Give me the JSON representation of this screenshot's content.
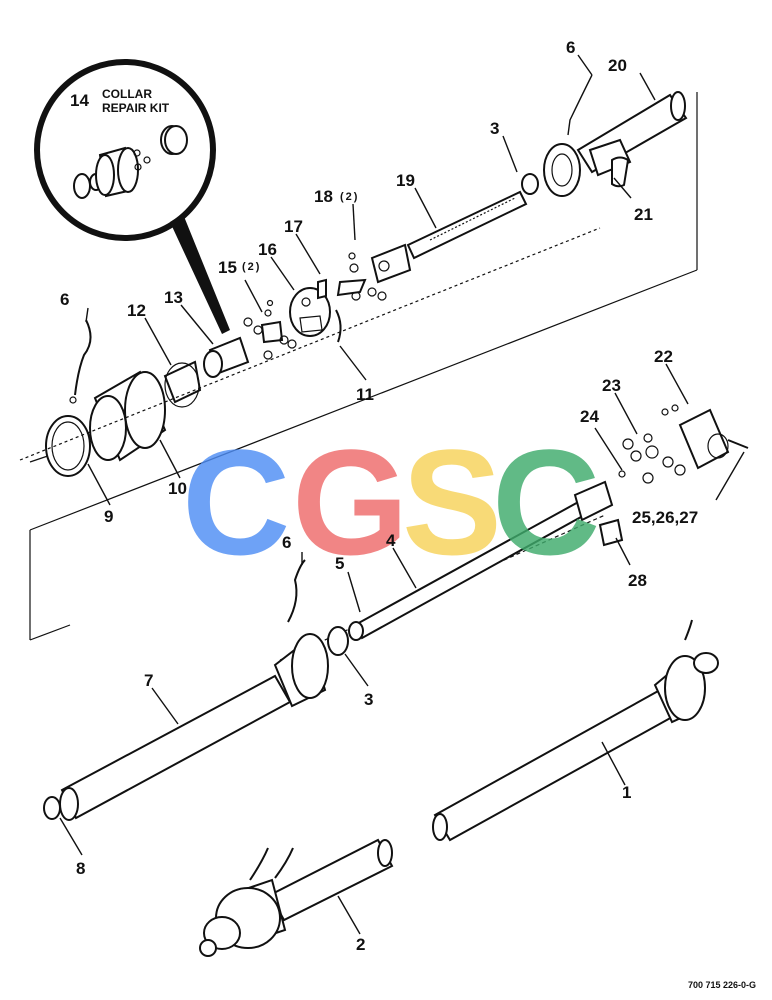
{
  "diagram": {
    "callouts": {
      "c1": "1",
      "c2": "2",
      "c3a": "3",
      "c3b": "3",
      "c4": "4",
      "c5": "5",
      "c6a": "6",
      "c6b": "6",
      "c6c": "6",
      "c7": "7",
      "c8": "8",
      "c9": "9",
      "c10": "10",
      "c11": "11",
      "c12": "12",
      "c13": "13",
      "c14": "14",
      "c15": "15",
      "c16": "16",
      "c17": "17",
      "c18": "18",
      "c19": "19",
      "c20": "20",
      "c21": "21",
      "c22": "22",
      "c23": "23",
      "c24": "24",
      "c25": "25,26,27",
      "c28": "28"
    },
    "qty15": "(2)",
    "qty18": "(2)",
    "kit_line1": "COLLAR",
    "kit_line2": "REPAIR KIT",
    "drawing_number": "700 715 226-0-G"
  },
  "watermark": {
    "letters": [
      "C",
      "G",
      "S",
      "C"
    ],
    "colors": [
      "#4f8ef5",
      "#ef6b6b",
      "#f7d35a",
      "#3fab6c"
    ]
  }
}
